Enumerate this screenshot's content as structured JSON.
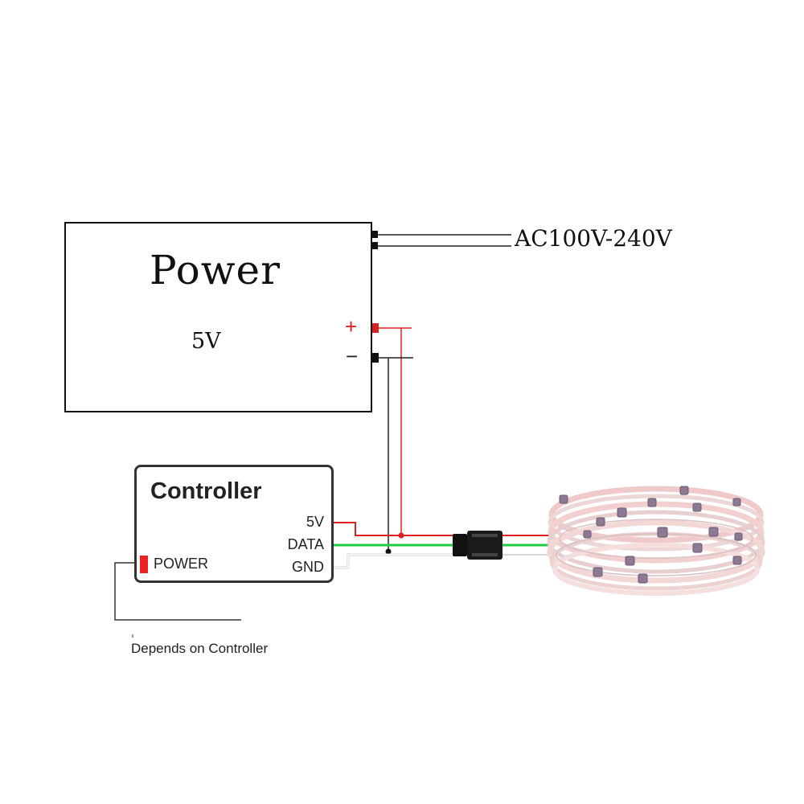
{
  "power_supply": {
    "title": "Power",
    "voltage": "5V",
    "positive_symbol": "+",
    "negative_symbol": "−"
  },
  "ac_input": {
    "label": "AC100V-240V"
  },
  "controller": {
    "title": "Controller",
    "pins": {
      "v5": "5V",
      "data": "DATA",
      "gnd": "GND"
    },
    "power_label": "POWER"
  },
  "note": {
    "text": "Depends on Controller"
  },
  "colors": {
    "positive_wire": "#e02020",
    "data_wire": "#22cc44",
    "ground_wire": "#222222",
    "outline": "#111111",
    "strip_tint": "#f2d2d2",
    "led": "#8c7a93"
  }
}
